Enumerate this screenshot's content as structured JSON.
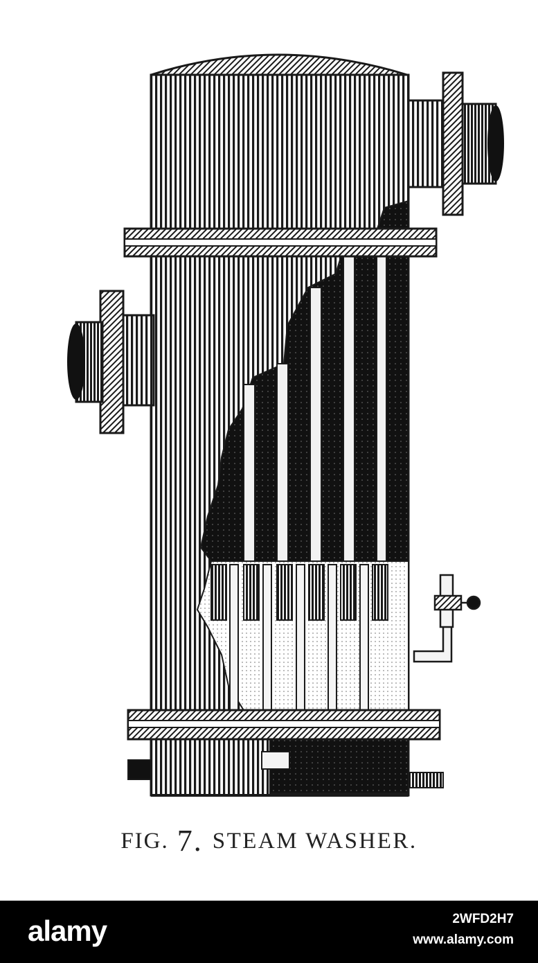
{
  "caption": {
    "fig_label": "FIG.",
    "fig_number": "7.",
    "title": "STEAM WASHER."
  },
  "footer": {
    "brand": "alamy",
    "image_id": "2WFD2H7",
    "site": "www.alamy.com"
  },
  "colors": {
    "ink": "#1a1a1a",
    "paper": "#ffffff",
    "footer_bg": "#000000",
    "footer_text": "#ffffff"
  }
}
